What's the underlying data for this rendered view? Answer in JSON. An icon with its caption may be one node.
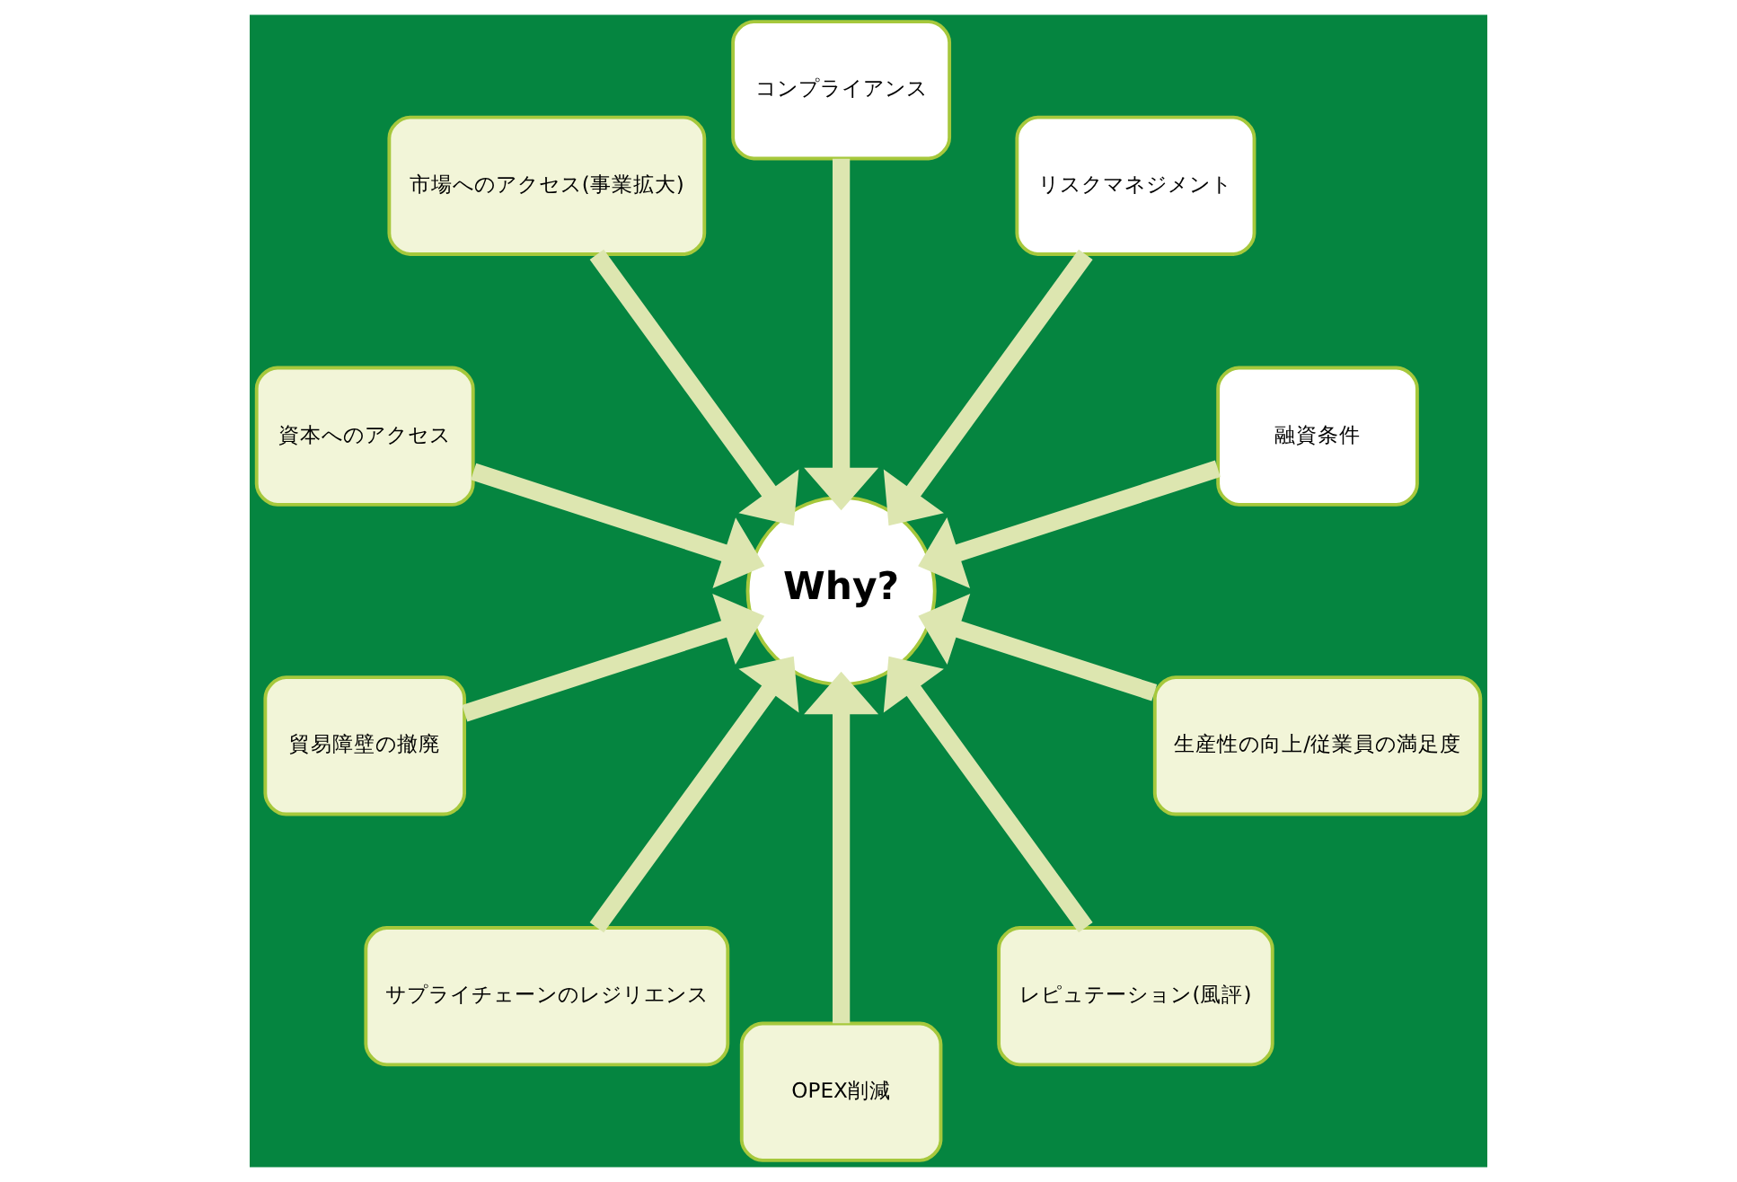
{
  "diagram": {
    "nodes": [
      {
        "text": [
          "Why?"
        ]
      },
      {
        "text": [
          "融資条件"
        ]
      },
      {
        "text": [
          "リスクマネジメント"
        ]
      },
      {
        "text": [
          "コンプライアンス"
        ]
      },
      {
        "text": [
          "市場へのアクセス(事業拡大)"
        ]
      },
      {
        "text": [
          "資本へのアクセス"
        ]
      },
      {
        "text": [
          "貿易障壁の撤廃"
        ]
      },
      {
        "text": [
          "サプライチェーンのレジリエンス"
        ]
      },
      {
        "text": [
          "OPEX削減"
        ]
      },
      {
        "text": [
          "レピュテーション(風評)"
        ]
      },
      {
        "text": [
          "生産性の向上/従業員の満足度"
        ]
      }
    ],
    "edges": [
      {
        "from": 1,
        "to": 0,
        "arrow": "to"
      },
      {
        "from": 2,
        "to": 0,
        "arrow": "to"
      },
      {
        "from": 3,
        "to": 0,
        "arrow": "to"
      },
      {
        "from": 4,
        "to": 0,
        "arrow": "to"
      },
      {
        "from": 5,
        "to": 0,
        "arrow": "to"
      },
      {
        "from": 6,
        "to": 0,
        "arrow": "to"
      },
      {
        "from": 7,
        "to": 0,
        "arrow": "to"
      },
      {
        "from": 8,
        "to": 0,
        "arrow": "to"
      },
      {
        "from": 9,
        "to": 0,
        "arrow": "to"
      },
      {
        "from": 10,
        "to": 0,
        "arrow": "to"
      }
    ]
  }
}
